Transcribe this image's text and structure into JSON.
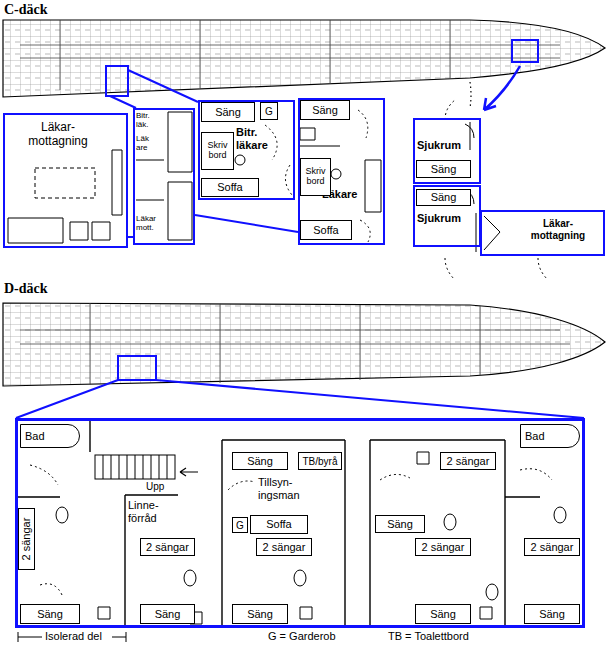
{
  "diagram": {
    "nodes": [
      {
        "text": [
          "Läkar- mottagning"
        ]
      },
      {
        "text": [
          "Bitr. läk.",
          "Läk are",
          "Läkar mott."
        ]
      },
      {
        "text": [
          "Bitr. läkare"
        ]
      },
      {
        "text": [
          "Säng"
        ],
        "in": 2
      },
      {
        "text": [
          "G"
        ],
        "in": 2
      },
      {
        "text": [
          "Skriv bord"
        ],
        "in": 2
      },
      {
        "text": [
          "Soffa"
        ],
        "in": 2
      },
      {
        "text": [
          "Läkare"
        ]
      },
      {
        "text": [
          "Säng"
        ],
        "in": 7
      },
      {
        "text": [
          "Skriv bord"
        ],
        "in": 7
      },
      {
        "text": [
          "Soffa"
        ],
        "in": 7
      },
      {
        "text": [
          "Sjukrum"
        ]
      },
      {
        "text": [
          "Säng"
        ],
        "in": 11
      },
      {
        "text": [
          "Sjukrum"
        ]
      },
      {
        "text": [
          "Säng"
        ],
        "in": 13
      },
      {
        "text": [
          "Läkar- mottagning"
        ]
      },
      {
        "text": [
          "Upp",
          "Linne- förråd",
          "Tillsyn- ingsman"
        ]
      },
      {
        "text": [
          "Bad"
        ],
        "in": 16
      },
      {
        "text": [
          "2 sängar"
        ],
        "in": 16
      },
      {
        "text": [
          "Säng"
        ],
        "in": 16
      },
      {
        "text": [
          "2 sängar"
        ],
        "in": 16
      },
      {
        "text": [
          "Säng"
        ],
        "in": 16
      },
      {
        "text": [
          "Säng"
        ],
        "in": 16
      },
      {
        "text": [
          "TB/byrå"
        ],
        "in": 16
      },
      {
        "text": [
          "G"
        ],
        "in": 16
      },
      {
        "text": [
          "Soffa"
        ],
        "in": 16
      },
      {
        "text": [
          "2 sängar"
        ],
        "in": 16
      },
      {
        "text": [
          "Säng"
        ],
        "in": 16
      },
      {
        "text": [
          "2 sängar"
        ],
        "in": 16
      },
      {
        "text": [
          "Säng"
        ],
        "in": 16
      },
      {
        "text": [
          "2 sängar"
        ],
        "in": 16
      },
      {
        "text": [
          "Säng"
        ],
        "in": 16
      },
      {
        "text": [
          "Bad"
        ],
        "in": 16
      },
      {
        "text": [
          "2 sängar"
        ],
        "in": 16
      },
      {
        "text": [
          "Säng"
        ],
        "in": 16
      }
    ],
    "labels": [
      "C-däck",
      "D-däck",
      "Isolerad del",
      "G = Garderob",
      "TB = Toalettbord"
    ]
  }
}
